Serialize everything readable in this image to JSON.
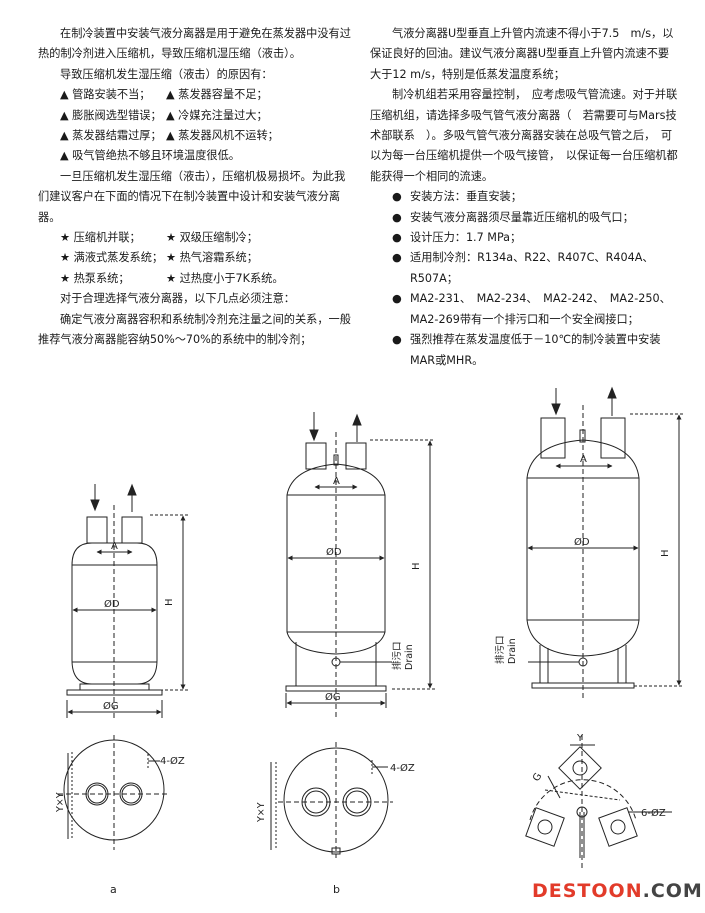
{
  "left_column": {
    "para1": "在制冷装置中安装气液分离器是用于避免在蒸发器中没有过热的制冷剂进入压缩机，导致压缩机湿压缩（液击）。",
    "para2": "导致压缩机发生湿压缩（液击）的原因有：",
    "causes": [
      [
        "▲ 管路安装不当；",
        "▲ 蒸发器容量不足；"
      ],
      [
        "▲ 膨胀阀选型错误；",
        "▲ 冷媒充注量过大；"
      ],
      [
        "▲ 蒸发器结霜过厚；",
        "▲ 蒸发器风机不运转；"
      ]
    ],
    "cause_last": "▲ 吸气管绝热不够且环境温度很低。",
    "para3": "一旦压缩机发生湿压缩（液击），压缩机极易损坏。为此我们建议客户在下面的情况下在制冷装置中设计和安装气液分离器。",
    "cases": [
      [
        "★ 压缩机并联；",
        "★ 双级压缩制冷；"
      ],
      [
        "★ 满液式蒸发系统；",
        "★ 热气溶霜系统；"
      ],
      [
        "★ 热泵系统；",
        "★ 过热度小于7K系统。"
      ]
    ],
    "para4": "对于合理选择气液分离器，以下几点必须注意：",
    "para5": "确定气液分离器容积和系统制冷剂充注量之间的关系，一般推荐气液分离器能容纳50%～70%的系统中的制冷剂；"
  },
  "right_column": {
    "para1": "气液分离器U型垂直上升管内流速不得小于7.5　m/s，以保证良好的回油。建议气液分离器U型垂直上升管内流速不要大于12 m/s，特别是低蒸发温度系统；",
    "para2": "制冷机组若采用容量控制，　应考虑吸气管流速。对于并联压缩机组，请选择多吸气管气液分离器（　若需要可与Mars技术部联系　）。多吸气管气液分离器安装在总吸气管之后，　可以为每一台压缩机提供一个吸气接管，　以保证每一台压缩机都能获得一个相同的流速。",
    "bullet_char": "●",
    "bullets": [
      "安装方法：垂直安装；",
      "安装气液分离器须尽量靠近压缩机的吸气口；",
      "设计压力：1.7 MPa；",
      "适用制冷剂：R134a、R22、R407C、R404A、R507A；",
      "MA2-231、　MA2-234、　MA2-242、　MA2-250、MA2-269带有一个排污口和一个安全阀接口；",
      "强烈推荐在蒸发温度低于－10℃的制冷装置中安装MAR或MHR。"
    ]
  },
  "drawings": {
    "label_A": "A",
    "label_D": "ØD",
    "label_G": "ØG",
    "label_H": "H",
    "label_Y": "Y",
    "label_YxY": "Y×Y",
    "label_Z": "4-ØZ",
    "label_Z6": "6-ØZ",
    "label_G_small": "G",
    "drain_cn": "排污口",
    "drain_en": "Drain",
    "caption_a": "a",
    "caption_b": "b"
  },
  "watermark": {
    "part1": "DESTOON",
    "part2": ".COM"
  },
  "colors": {
    "text": "#1a1a1a",
    "watermark_red": "#e23b2a",
    "watermark_gray": "#444444"
  }
}
